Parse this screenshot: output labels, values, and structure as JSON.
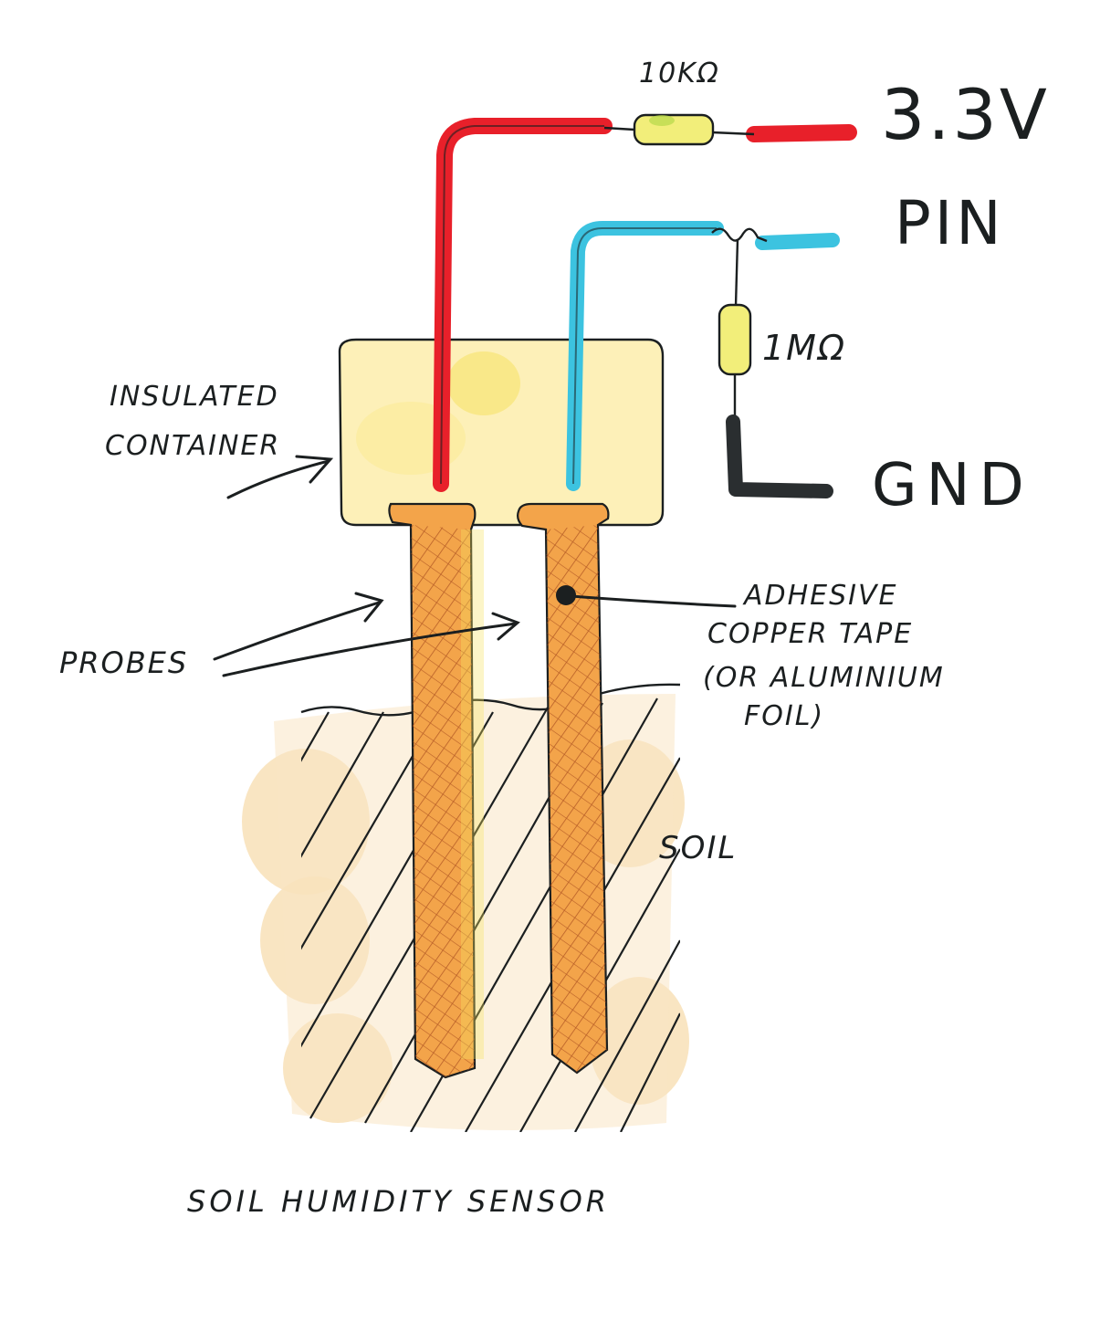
{
  "labels": {
    "supply": "3.3V",
    "pin": "PIN",
    "ground": "GND",
    "resistor_top": "10KΩ",
    "resistor_pulldown": "1MΩ",
    "container_line1": "INSULATED",
    "container_line2": "CONTAINER",
    "probes": "PROBES",
    "adhesive_line1": "ADHESIVE",
    "adhesive_line2": "COPPER TAPE",
    "adhesive_line3": "(OR ALUMINIUM",
    "adhesive_line4": "FOIL)",
    "soil": "SOIL",
    "caption": "SOIL HUMIDITY SENSOR"
  },
  "colors": {
    "wire_supply": "#e8202a",
    "wire_signal": "#3cc3e0",
    "wire_ground": "#2a2e30",
    "container_fill": "#fdf0b8",
    "resistor_fill": "#f2ee7a",
    "probe_fill": "#d9812f",
    "soil_fill": "#f7dcae",
    "ink": "#1b1f20"
  }
}
